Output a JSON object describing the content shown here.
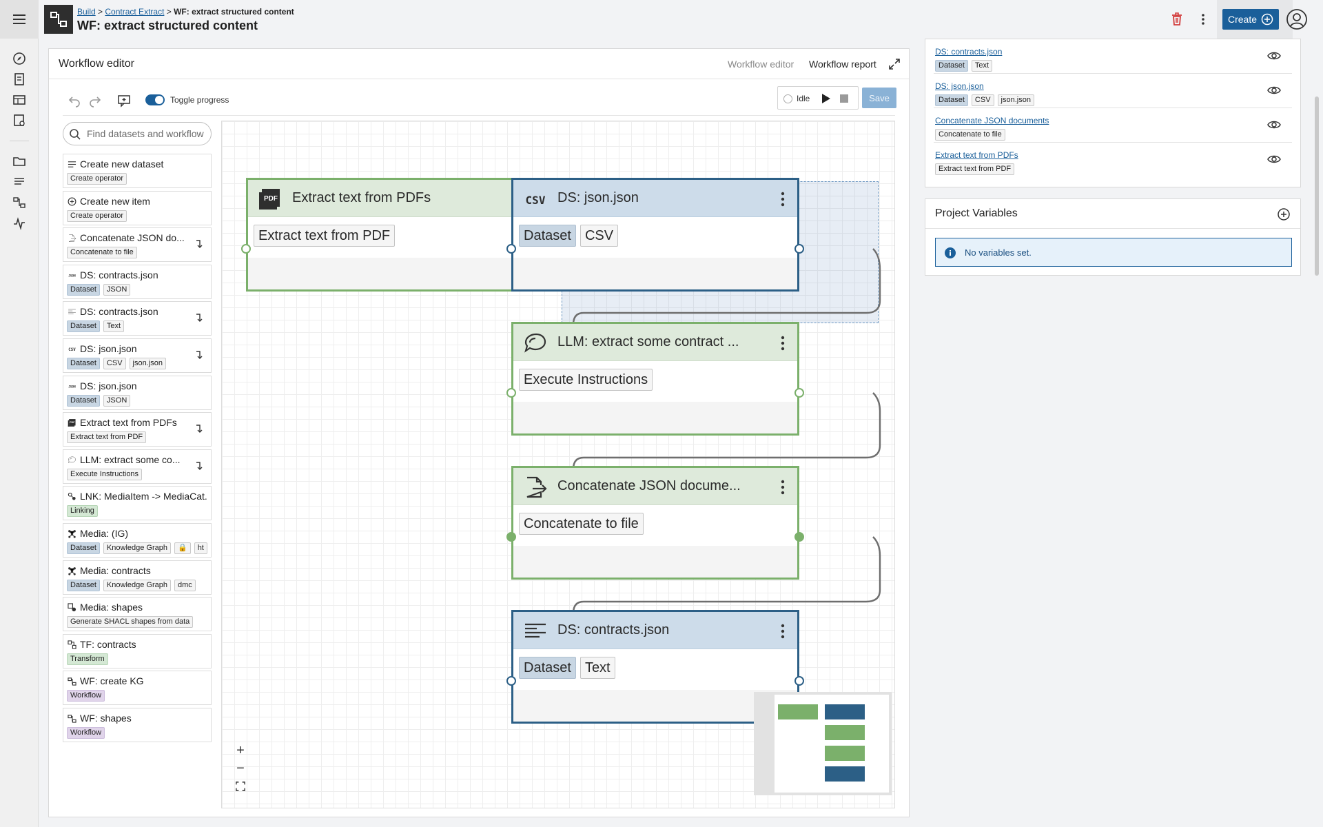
{
  "header": {
    "breadcrumb": [
      "Build",
      "Contract Extract",
      "WF: extract structured content"
    ],
    "title": "WF: extract structured content",
    "create_label": "Create"
  },
  "editor": {
    "title": "Workflow editor",
    "tabs": [
      "Workflow editor",
      "Workflow report"
    ],
    "toggle_label": "Toggle progress",
    "toggle_on": true,
    "run_status": "Idle",
    "save_label": "Save",
    "search_placeholder": "Find datasets and workflow"
  },
  "operators": [
    {
      "title": "Create new dataset",
      "icon": "list-icon",
      "chips": [
        {
          "text": "Create operator",
          "kind": "plain"
        }
      ],
      "goto": false
    },
    {
      "title": "Create new item",
      "icon": "plus-circle-icon",
      "chips": [
        {
          "text": "Create operator",
          "kind": "plain"
        }
      ],
      "goto": false
    },
    {
      "title": "Concatenate JSON do...",
      "icon": "file-export-icon",
      "chips": [
        {
          "text": "Concatenate to file",
          "kind": "plain"
        }
      ],
      "goto": true
    },
    {
      "title": "DS: contracts.json",
      "icon": "json-icon",
      "chips": [
        {
          "text": "Dataset",
          "kind": "dataset"
        },
        {
          "text": "JSON",
          "kind": "plain"
        }
      ],
      "goto": false
    },
    {
      "title": "DS: contracts.json",
      "icon": "text-lines-icon",
      "chips": [
        {
          "text": "Dataset",
          "kind": "dataset"
        },
        {
          "text": "Text",
          "kind": "plain"
        }
      ],
      "goto": true
    },
    {
      "title": "DS: json.json",
      "icon": "csv-icon",
      "chips": [
        {
          "text": "Dataset",
          "kind": "dataset"
        },
        {
          "text": "CSV",
          "kind": "plain"
        },
        {
          "text": "json.json",
          "kind": "plain"
        }
      ],
      "goto": true
    },
    {
      "title": "DS: json.json",
      "icon": "json-icon",
      "chips": [
        {
          "text": "Dataset",
          "kind": "dataset"
        },
        {
          "text": "JSON",
          "kind": "plain"
        }
      ],
      "goto": false
    },
    {
      "title": "Extract text from PDFs",
      "icon": "pdf-icon",
      "chips": [
        {
          "text": "Extract text from PDF",
          "kind": "plain"
        }
      ],
      "goto": true
    },
    {
      "title": "LLM: extract some co...",
      "icon": "chat-icon",
      "chips": [
        {
          "text": "Execute Instructions",
          "kind": "plain"
        }
      ],
      "goto": true
    },
    {
      "title": "LNK: MediaItem -> MediaCat...",
      "icon": "link-icon",
      "chips": [
        {
          "text": "Linking",
          "kind": "green"
        }
      ],
      "goto": false
    },
    {
      "title": "Media: (IG)",
      "icon": "graph-icon",
      "chips": [
        {
          "text": "Dataset",
          "kind": "dataset"
        },
        {
          "text": "Knowledge Graph",
          "kind": "plain"
        },
        {
          "text": "🔒",
          "kind": "plain"
        },
        {
          "text": "ht",
          "kind": "plain"
        }
      ],
      "goto": false
    },
    {
      "title": "Media: contracts",
      "icon": "graph-icon",
      "chips": [
        {
          "text": "Dataset",
          "kind": "dataset"
        },
        {
          "text": "Knowledge Graph",
          "kind": "plain"
        },
        {
          "text": "dmc",
          "kind": "plain"
        }
      ],
      "goto": false
    },
    {
      "title": "Media: shapes",
      "icon": "shapes-icon",
      "chips": [
        {
          "text": "Generate SHACL shapes from data",
          "kind": "plain"
        }
      ],
      "goto": false
    },
    {
      "title": "TF: contracts",
      "icon": "transform-icon",
      "chips": [
        {
          "text": "Transform",
          "kind": "green"
        }
      ],
      "goto": false
    },
    {
      "title": "WF: create KG",
      "icon": "workflow-icon",
      "chips": [
        {
          "text": "Workflow",
          "kind": "purple"
        }
      ],
      "goto": false
    },
    {
      "title": "WF: shapes",
      "icon": "workflow-icon",
      "chips": [
        {
          "text": "Workflow",
          "kind": "purple"
        }
      ],
      "goto": false
    }
  ],
  "nodes": [
    {
      "id": "pdf",
      "title": "Extract text from PDFs",
      "icon": "pdf-icon",
      "chips": [
        {
          "text": "Extract text from PDF",
          "kind": "plain"
        }
      ],
      "color": "green"
    },
    {
      "id": "csv",
      "title": "DS: json.json",
      "icon": "csv-icon",
      "chips": [
        {
          "text": "Dataset",
          "kind": "dataset"
        },
        {
          "text": "CSV",
          "kind": "plain"
        }
      ],
      "color": "blue"
    },
    {
      "id": "llm",
      "title": "LLM: extract some contract ...",
      "icon": "chat-icon",
      "chips": [
        {
          "text": "Execute Instructions",
          "kind": "plain"
        }
      ],
      "color": "green"
    },
    {
      "id": "concat",
      "title": "Concatenate JSON docume...",
      "icon": "file-export-icon",
      "chips": [
        {
          "text": "Concatenate to file",
          "kind": "plain"
        }
      ],
      "color": "green"
    },
    {
      "id": "txt",
      "title": "DS: contracts.json",
      "icon": "text-lines-icon",
      "chips": [
        {
          "text": "Dataset",
          "kind": "dataset"
        },
        {
          "text": "Text",
          "kind": "plain"
        }
      ],
      "color": "blue"
    }
  ],
  "related": [
    {
      "title": "DS: contracts.json",
      "chips": [
        {
          "text": "Dataset",
          "kind": "dataset"
        },
        {
          "text": "Text",
          "kind": "plain"
        }
      ]
    },
    {
      "title": "DS: json.json",
      "chips": [
        {
          "text": "Dataset",
          "kind": "dataset"
        },
        {
          "text": "CSV",
          "kind": "plain"
        },
        {
          "text": "json.json",
          "kind": "plain"
        }
      ]
    },
    {
      "title": "Concatenate JSON documents",
      "chips": [
        {
          "text": "Concatenate to file",
          "kind": "plain"
        }
      ]
    },
    {
      "title": "Extract text from PDFs",
      "chips": [
        {
          "text": "Extract text from PDF",
          "kind": "plain"
        }
      ]
    }
  ],
  "variables": {
    "title": "Project Variables",
    "empty_message": "No variables set."
  },
  "colors": {
    "accent": "#1a5f9a",
    "node_green": "#7bb06b",
    "node_blue": "#2c5f86"
  }
}
